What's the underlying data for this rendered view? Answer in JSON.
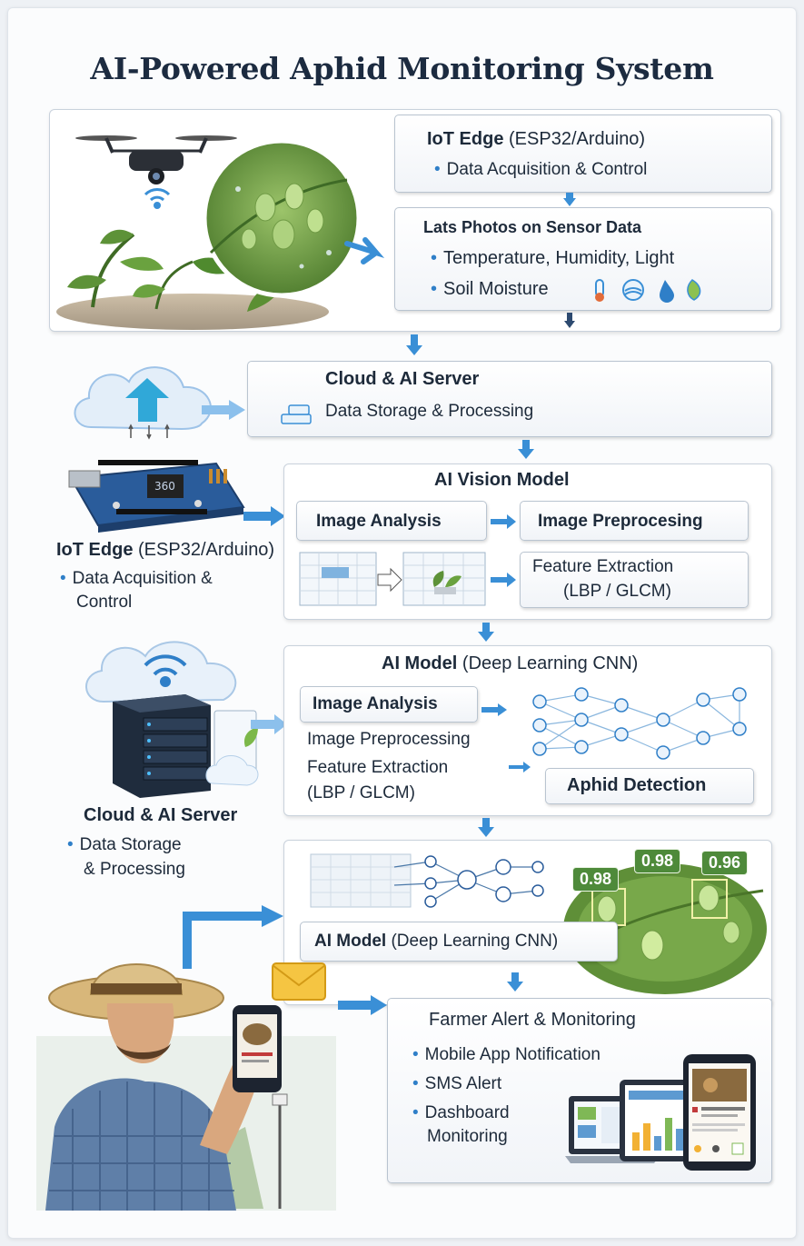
{
  "title": "AI-Powered Aphid Monitoring System",
  "iot_edge_box": {
    "heading_bold": "IoT Edge",
    "heading_rest": "(ESP32/Arduino)",
    "bullet": "Data Acquisition & Control"
  },
  "sensor_box": {
    "heading": "Lats Photos on Sensor Data",
    "bullets": [
      "Temperature, Humidity, Light",
      "Soil Moisture"
    ]
  },
  "cloud_box": {
    "heading": "Cloud & AI Server",
    "line": "Data Storage & Processing"
  },
  "left_iot": {
    "heading_bold": "IoT Edge",
    "heading_rest": "(ESP32/Arduino)",
    "bullet_line1": "Data Acquisition &",
    "bullet_line2": "Control",
    "board_label": "360"
  },
  "vision_panel": {
    "heading": "AI Vision Model",
    "image_analysis": "Image Analysis",
    "preprocessing": "Image Preprocesing",
    "feature_line1": "Feature Extraction",
    "feature_line2": "(LBP / GLCM)"
  },
  "cnn_panel": {
    "heading_bold": "AI Model",
    "heading_rest": "(Deep Learning CNN)",
    "image_analysis": "Image Analysis",
    "preprocessing": "Image Preprocessing",
    "feature_line1": "Feature Extraction",
    "feature_line2": "(LBP / GLCM)",
    "detection": "Aphid Detection"
  },
  "left_cloud": {
    "heading": "Cloud & AI Server",
    "bullet_line1": "Data Storage",
    "bullet_line2": "& Processing"
  },
  "detection_panel": {
    "label_bold": "AI Model",
    "label_rest": "(Deep Learning  CNN)",
    "scores": [
      "0.98",
      "0.98",
      "0.96"
    ]
  },
  "alert_box": {
    "heading": "Farmer Alert & Monitoring",
    "bullets": [
      "Mobile App Notification",
      "SMS Alert"
    ],
    "dashboard_line1": "Dashboard",
    "dashboard_line2": "Monitoring"
  },
  "colors": {
    "accent_blue": "#2f7fc8",
    "arrow_blue": "#3a8fd6",
    "score_green": "#4e8a3a"
  }
}
